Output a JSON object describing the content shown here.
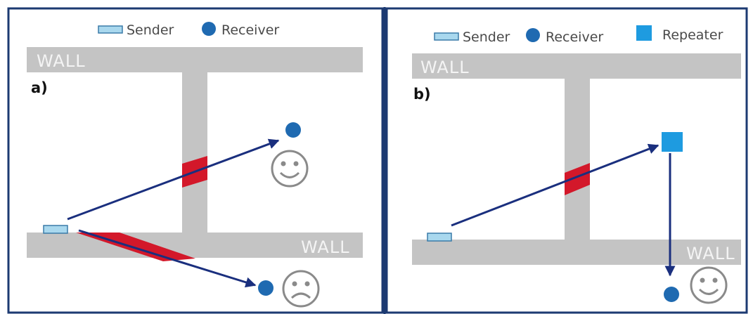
{
  "legend_a": {
    "sender": "Sender",
    "receiver": "Receiver"
  },
  "legend_b": {
    "sender": "Sender",
    "receiver": "Receiver",
    "repeater": "Repeater"
  },
  "panel_a": {
    "label": "a)",
    "wall_top": "WALL",
    "wall_bottom": "WALL"
  },
  "panel_b": {
    "label": "b)",
    "wall_top": "WALL",
    "wall_bottom": "WALL"
  },
  "colors": {
    "frame": "#1c3a72",
    "wall": "#c4c4c4",
    "sender_fill": "#a9d8ee",
    "sender_stroke": "#3a7ba8",
    "receiver": "#1f6ab1",
    "repeater": "#1e9be0",
    "arrow": "#1a2f7e",
    "attenuation": "#d3182a",
    "face": "#8a8a8a"
  },
  "icons": {
    "happy_face": "smiley-face-icon",
    "sad_face": "frowning-face-icon"
  }
}
